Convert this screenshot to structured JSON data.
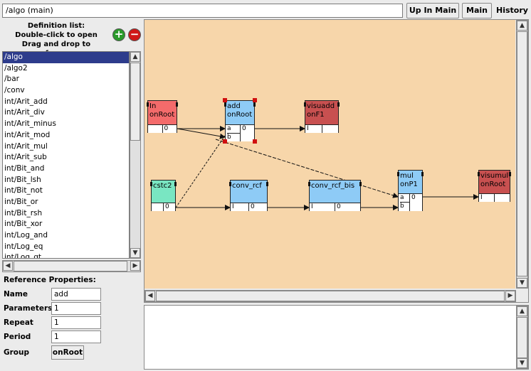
{
  "toolbar": {
    "path_value": "/algo (main)",
    "up_in_main_label": "Up In Main",
    "main_label": "Main",
    "history_label": "History"
  },
  "definitions": {
    "title_line1": "Definition list:",
    "title_line2": "Double-click to open",
    "title_line3": "Drag and drop to reference",
    "add_symbol": "+",
    "remove_symbol": "−",
    "add_color": "#2a9a2a",
    "remove_color": "#d01818",
    "selected_index": 0,
    "items": [
      "/algo",
      "/algo2",
      "/bar",
      "/conv",
      "int/Arit_add",
      "int/Arit_div",
      "int/Arit_minus",
      "int/Arit_mod",
      "int/Arit_mul",
      "int/Arit_sub",
      "int/Bit_and",
      "int/Bit_lsh",
      "int/Bit_not",
      "int/Bit_or",
      "int/Bit_rsh",
      "int/Bit_xor",
      "int/Log_and",
      "int/Log_eq",
      "int/Log_gt"
    ]
  },
  "properties": {
    "title": "Reference Properties:",
    "name_label": "Name",
    "name_value": "add",
    "parameters_label": "Parameters",
    "parameters_value": "1",
    "repeat_label": "Repeat",
    "repeat_value": "1",
    "period_label": "Period",
    "period_value": "1",
    "group_label": "Group",
    "group_value": "onRoot"
  },
  "canvas": {
    "background": "#f7d6aa",
    "nodes": {
      "in": {
        "line1": "In",
        "line2": "onRoot",
        "pin1": "",
        "pin2": "0",
        "color": "#f46b6b"
      },
      "add": {
        "line1": "add",
        "line2": "onRoot",
        "pin_a": "a",
        "pin_b": "b",
        "pin_out": "0",
        "color": "#8ecbf6"
      },
      "visuadd": {
        "line1": "visuadd",
        "line2": "onF1",
        "pin1": "I",
        "color": "#c85050"
      },
      "cstc2": {
        "line1": "cstc2",
        "pin1": "",
        "pin2": "0",
        "color": "#79e6c2"
      },
      "conv_rcf": {
        "line1": "conv_rcf",
        "pin1": "I",
        "pin2": "0",
        "color": "#8ecbf6"
      },
      "conv_rcf_bis": {
        "line1": "conv_rcf_bis",
        "pin1": "I",
        "pin2": "0",
        "color": "#8ecbf6"
      },
      "mul": {
        "line1": "mul",
        "line2": "onP1",
        "pin_a": "a",
        "pin_b": "b",
        "pin_out": "0",
        "color": "#8ecbf6"
      },
      "visumul": {
        "line1": "visumul",
        "line2": "onRoot",
        "pin1": "I",
        "color": "#c85050"
      }
    }
  }
}
